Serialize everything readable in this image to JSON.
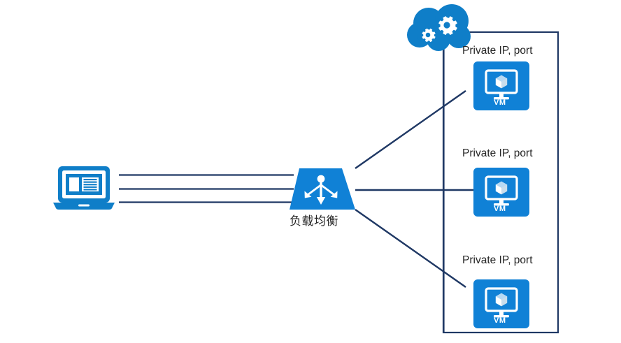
{
  "diagram": {
    "title": "Load balancer distributing traffic to virtual machines",
    "colors": {
      "azure_blue": "#0f7ec8",
      "azure_blue_deep": "#1081d6",
      "line_navy": "#1f3864",
      "text_dark": "#262626",
      "white": "#ffffff"
    },
    "client": {
      "icon_name": "laptop-icon",
      "label": ""
    },
    "cloud": {
      "icon_name": "cloud-gears-icon",
      "label": ""
    },
    "load_balancer": {
      "icon_name": "load-balancer-icon",
      "label": "负载均衡"
    },
    "backend_group": {
      "border_label": "",
      "nodes": [
        {
          "id": "vm-1",
          "ip_label": "Private IP, port",
          "icon_name": "vm-monitor-icon",
          "caption": "VM"
        },
        {
          "id": "vm-2",
          "ip_label": "Private IP, port",
          "icon_name": "vm-monitor-icon",
          "caption": "VM"
        },
        {
          "id": "vm-3",
          "ip_label": "Private IP, port",
          "icon_name": "vm-monitor-icon",
          "caption": "VM"
        }
      ]
    },
    "connections": {
      "client_to_lb_count": 3,
      "lb_to_vm_count": 3
    }
  }
}
